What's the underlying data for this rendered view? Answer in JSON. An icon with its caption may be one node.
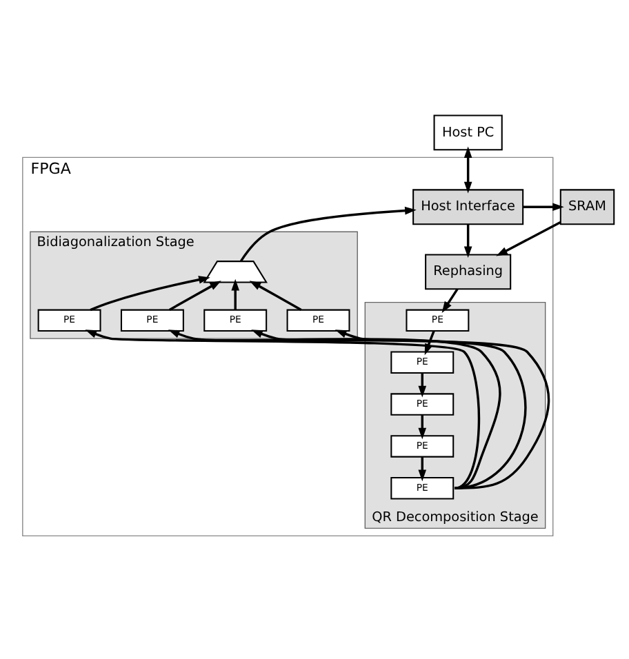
{
  "diagram": {
    "nodes": [
      {
        "text": [
          "Host PC"
        ]
      },
      {
        "text": [
          "FPGA"
        ]
      },
      {
        "text": [
          "SRAM"
        ]
      },
      {
        "text": [
          "Host Interface"
        ],
        "in": 1
      },
      {
        "text": [
          "Rephasing"
        ],
        "in": 1
      },
      {
        "text": [
          "QR Decomposition Stage"
        ],
        "in": 1
      },
      {
        "text": [
          "PE"
        ],
        "in": 5
      },
      {
        "text": [
          "PE"
        ],
        "in": 5
      },
      {
        "text": [
          "PE"
        ],
        "in": 5
      },
      {
        "text": [
          "PE"
        ],
        "in": 5
      },
      {
        "text": [
          "PE"
        ],
        "in": 5
      },
      {
        "text": [
          "Bidiagonalization Stage"
        ],
        "in": 1
      },
      {
        "text": [],
        "shape": "trapezoid",
        "in": 11
      },
      {
        "text": [
          "PE"
        ],
        "in": 11
      },
      {
        "text": [
          "PE"
        ],
        "in": 11
      },
      {
        "text": [
          "PE"
        ],
        "in": 11
      },
      {
        "text": [
          "PE"
        ],
        "in": 11
      }
    ],
    "edges": [
      {
        "from": 0,
        "to": 3,
        "arrow": "both"
      },
      {
        "from": 3,
        "to": 2,
        "arrow": "to"
      },
      {
        "from": 2,
        "to": 4,
        "arrow": "to"
      },
      {
        "from": 3,
        "to": 4,
        "arrow": "to"
      },
      {
        "from": 4,
        "to": 6,
        "arrow": "to"
      },
      {
        "from": 6,
        "to": 7,
        "arrow": "to"
      },
      {
        "from": 7,
        "to": 8,
        "arrow": "to"
      },
      {
        "from": 8,
        "to": 9,
        "arrow": "to"
      },
      {
        "from": 9,
        "to": 10,
        "arrow": "to"
      },
      {
        "from": 10,
        "to": 13,
        "arrow": "to"
      },
      {
        "from": 10,
        "to": 14,
        "arrow": "to"
      },
      {
        "from": 10,
        "to": 15,
        "arrow": "to"
      },
      {
        "from": 10,
        "to": 16,
        "arrow": "to"
      },
      {
        "from": 13,
        "to": 12,
        "arrow": "to"
      },
      {
        "from": 14,
        "to": 12,
        "arrow": "to"
      },
      {
        "from": 15,
        "to": 12,
        "arrow": "to"
      },
      {
        "from": 16,
        "to": 12,
        "arrow": "to"
      },
      {
        "from": 12,
        "to": 3,
        "arrow": "to"
      }
    ]
  }
}
